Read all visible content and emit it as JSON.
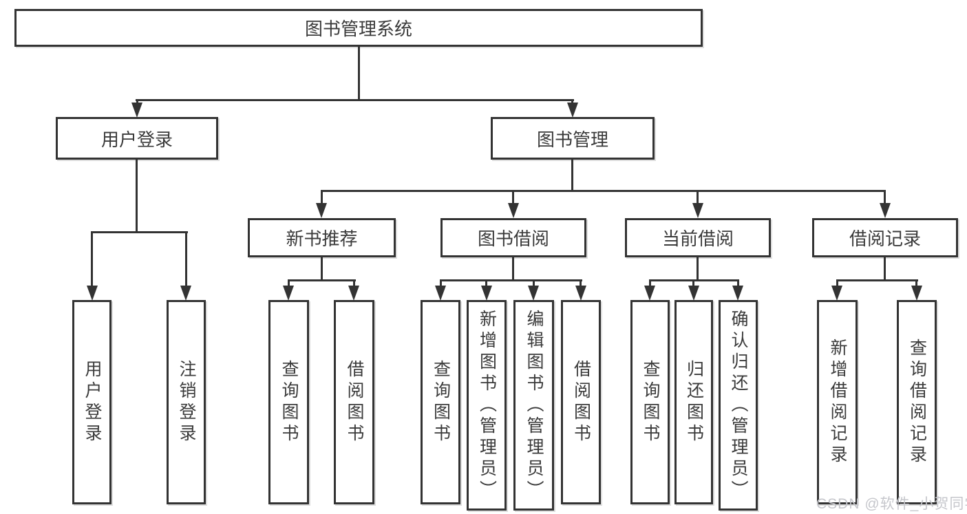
{
  "diagram": {
    "title_node": {
      "label": "图书管理系统"
    },
    "level2": [
      {
        "label": "用户登录"
      },
      {
        "label": "图书管理"
      }
    ],
    "level3": [
      {
        "label": "新书推荐"
      },
      {
        "label": "图书借阅"
      },
      {
        "label": "当前借阅"
      },
      {
        "label": "借阅记录"
      }
    ],
    "leaves": {
      "user_login": [
        {
          "label": "用户登录"
        },
        {
          "label": "注销登录"
        }
      ],
      "new_book": [
        {
          "label": "查询图书"
        },
        {
          "label": "借阅图书"
        }
      ],
      "book_borrow": [
        {
          "label": "查询图书"
        },
        {
          "label": "新增图书（管理员）"
        },
        {
          "label": "编辑图书（管理员）"
        },
        {
          "label": "借阅图书"
        }
      ],
      "current_borrow": [
        {
          "label": "查询图书"
        },
        {
          "label": "归还图书"
        },
        {
          "label": "确认归还（管理员）"
        }
      ],
      "borrow_record": [
        {
          "label": "新增借阅记录"
        },
        {
          "label": "查询借阅记录"
        }
      ]
    },
    "watermark": "CSDN @软件_小贺同学",
    "colors": {
      "line": "#333333",
      "text": "#3a3a3a",
      "watermark": "#c6c7cc",
      "background": "#ffffff"
    }
  }
}
